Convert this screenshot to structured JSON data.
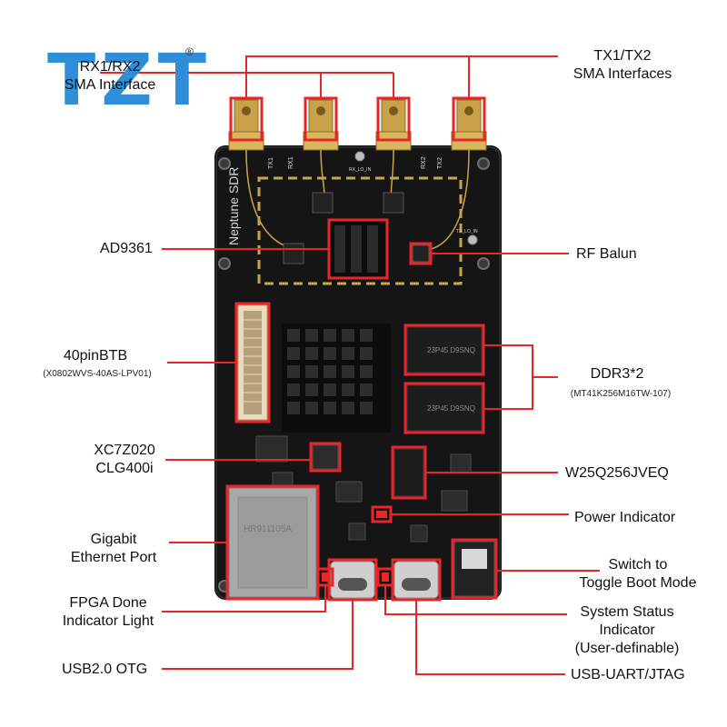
{
  "brand": {
    "logo_text": "TZT",
    "registered_mark": "®"
  },
  "board": {
    "name_print": "Neptune SDR",
    "silk": {
      "tx1": "TX1",
      "rx1": "RX1",
      "rx2": "RX2",
      "tx2": "TX2",
      "rx_lo": "RX_LO_IN",
      "tx_lo": "TX_LO_IN"
    },
    "chip_mark_1": "23P45 D9SNQ",
    "chip_mark_2": "23P45 D9SNQ",
    "rj45_mark": "HR911105A"
  },
  "labels": {
    "rx_sma": {
      "line1": "RX1/RX2",
      "line2": "SMA Interface"
    },
    "tx_sma": {
      "line1": "TX1/TX2",
      "line2": "SMA Interfaces"
    },
    "ad9361": "AD9361",
    "rf_balun": "RF Balun",
    "btb": {
      "line1": "40pinBTB",
      "sub": "(X0802WVS-40AS-LPV01)"
    },
    "ddr": {
      "line1": "DDR3*2",
      "sub": "(MT41K256M16TW-107)"
    },
    "fpga": {
      "line1": "XC7Z020",
      "line2": "CLG400i"
    },
    "flash": "W25Q256JVEQ",
    "power": "Power Indicator",
    "ethernet": {
      "line1": "Gigabit",
      "line2": "Ethernet Port"
    },
    "boot_switch": {
      "line1": "Switch to",
      "line2": "Toggle Boot Mode"
    },
    "fpga_done": {
      "line1": "FPGA Done",
      "line2": "Indicator Light"
    },
    "status": {
      "line1": "System Status",
      "line2": "Indicator",
      "line3": "(User-definable)"
    },
    "otg": "USB2.0 OTG",
    "uart": "USB-UART/JTAG"
  },
  "colors": {
    "callout": "#e8262a",
    "pcb": "#151515",
    "silk_gold": "#c9a64a",
    "logo_blue": "#2f8ed8"
  }
}
